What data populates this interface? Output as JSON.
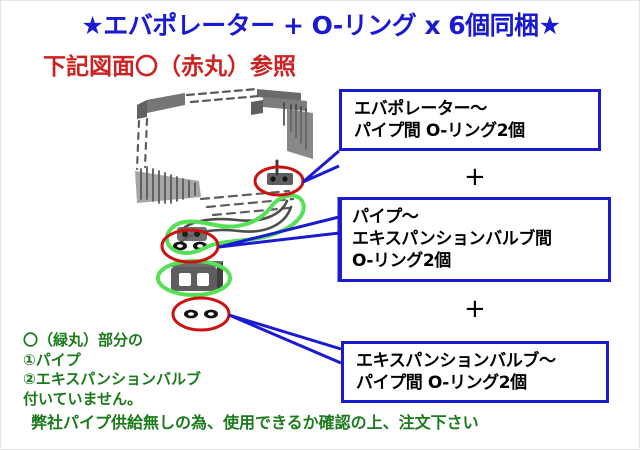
{
  "document": {
    "title_line": "★エバポレーター + O-リング x 6個同梱★",
    "subtitle_line": "下記図面〇（赤丸）参照"
  },
  "callouts": [
    {
      "id": "callout-1",
      "name": "evaporator-to-pipe",
      "line1": "エバポレーター～",
      "line2": "パイプ間 O-リング2個",
      "line3": ""
    },
    {
      "id": "callout-2",
      "name": "pipe-to-expansion-valve",
      "line1": "パイプ～",
      "line2": "エキスパンションバルブ間",
      "line3": "O-リング2個"
    },
    {
      "id": "callout-3",
      "name": "expansion-valve-to-pipe",
      "line1": "エキスパンションバルブ～",
      "line2": "パイプ間 O-リング2個",
      "line3": ""
    }
  ],
  "operators": {
    "plus_1": "+",
    "plus_2": "+"
  },
  "notes": {
    "line1": "〇（緑丸）部分の",
    "line2": "①パイプ",
    "line3": "②エキスパンションバルブ",
    "line4": "付いていません。",
    "line5": "弊社パイプ供給無しの為、使用できるか確認の上、注文下さい"
  },
  "colors": {
    "title_blue": "#1a1ad0",
    "subtitle_red": "#cc2222",
    "note_green": "#1b7a1b",
    "callout_border": "#1a1ad0",
    "leader_line": "#1a1ad0",
    "red_circle": "#cc1111",
    "green_circle": "#55e055",
    "drawing_gray": "#3a3a3a"
  },
  "annotations": {
    "red_circle_count": 3,
    "green_circle_count": 2,
    "red_circle_meaning": "O-ring locations",
    "green_circle_meaning": "parts not included (pipe, expansion valve)"
  }
}
